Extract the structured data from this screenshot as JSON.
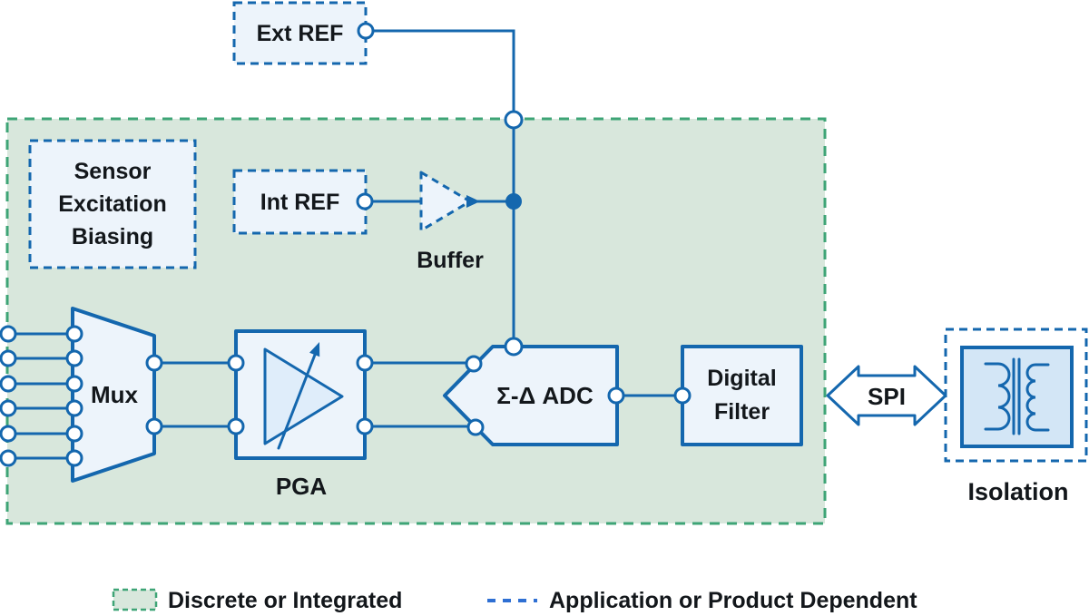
{
  "colors": {
    "blue": "#1467AE",
    "legend_dash_blue": "#2E6FD3",
    "block_fill": "#EDF4FB",
    "amp_fill": "#DFEDFA",
    "green_border": "#3EA476",
    "green_fill": "#D8E7DC",
    "isolation_fill": "#D3E6F6",
    "text": "#13171B",
    "background": "#FFFFFF"
  },
  "blocks": {
    "ext_ref": {
      "label": "Ext REF"
    },
    "sensor_excitation_biasing": {
      "lines": [
        "Sensor",
        "Excitation",
        "Biasing"
      ]
    },
    "int_ref": {
      "label": "Int REF"
    },
    "buffer": {
      "label": "Buffer"
    },
    "mux": {
      "label": "Mux"
    },
    "pga": {
      "label": "PGA"
    },
    "adc": {
      "label": "Σ-Δ ADC"
    },
    "digital_filter": {
      "lines": [
        "Digital",
        "Filter"
      ]
    },
    "spi": {
      "label": "SPI"
    },
    "isolation": {
      "label": "Isolation"
    }
  },
  "icons": {
    "buffer": "amplifier-triangle-icon",
    "pga": "variable-gain-amplifier-icon",
    "isolation": "transformer-icon",
    "spi": "bidirectional-arrow-icon",
    "terminals": "open-circle-terminal",
    "junction": "filled-junction-dot"
  },
  "legend": {
    "discrete": {
      "label": "Discrete or Integrated"
    },
    "dependent": {
      "label": "Application or Product Dependent"
    }
  }
}
